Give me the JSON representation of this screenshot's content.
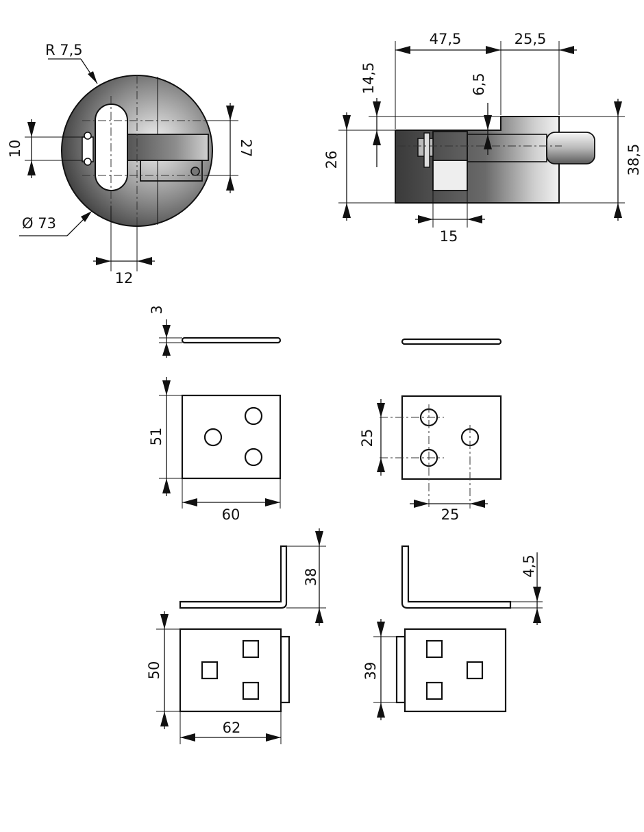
{
  "colors": {
    "line": "#111111",
    "body_dark": "#3a3a3a",
    "body_light": "#f2f2f2",
    "background": "#ffffff"
  },
  "dimensions": {
    "round_radius": "R 7,5",
    "round_diameter": "Ø 73",
    "round_height_10": "10",
    "round_height_27": "27",
    "round_width_12": "12",
    "side_len_47_5": "47,5",
    "side_len_25_5": "25,5",
    "side_h_14_5": "14,5",
    "side_h_6_5": "6,5",
    "side_h_26": "26",
    "side_h_38_5": "38,5",
    "side_w_15": "15",
    "plate1_thickness": "3",
    "plate1_height": "51",
    "plate1_width": "60",
    "plate2_hole_spacing_v": "25",
    "plate2_hole_spacing_h": "25",
    "angle1_leg": "38",
    "angle1_height": "50",
    "angle1_width": "62",
    "angle2_offset": "4,5",
    "angle2_height": "39"
  }
}
